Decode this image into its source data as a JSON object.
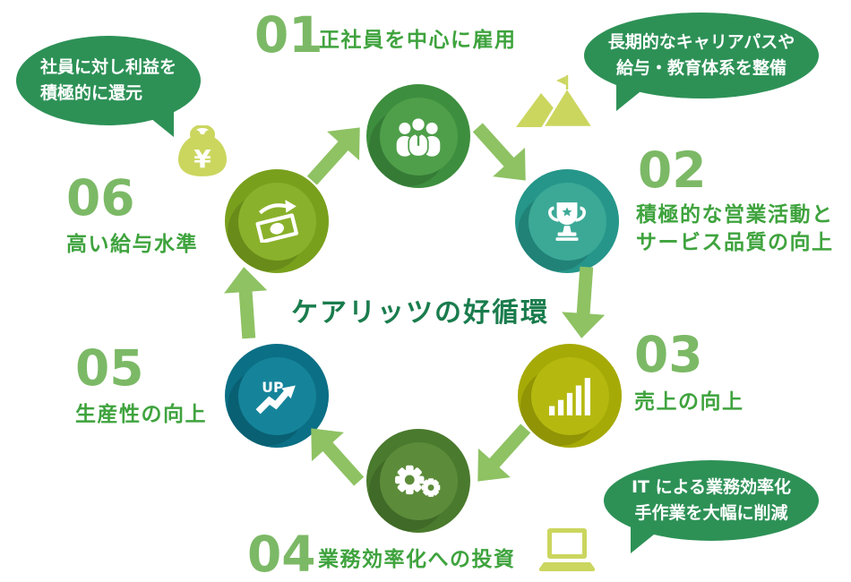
{
  "title": "ケアリッツの好循環",
  "steps": [
    {
      "number": "01",
      "label": "正社員を中心に雇用",
      "icon": "people-group-icon"
    },
    {
      "number": "02",
      "label": "積極的な営業活動と\nサービス品質の向上",
      "icon": "trophy-icon"
    },
    {
      "number": "03",
      "label": "売上の向上",
      "icon": "bar-chart-icon"
    },
    {
      "number": "04",
      "label": "業務効率化への投資",
      "icon": "gears-icon"
    },
    {
      "number": "05",
      "label": "生産性の向上",
      "icon": "up-trend-icon",
      "icon_text": "UP"
    },
    {
      "number": "06",
      "label": "高い給与水準",
      "icon": "money-icon"
    }
  ],
  "bubbles": [
    {
      "position": "top-left",
      "text": "社員に対し利益を\n積極的に還元"
    },
    {
      "position": "top-right",
      "text": "長期的なキャリアパスや\n給与・教育体系を整備"
    },
    {
      "position": "bottom-right",
      "text": "IT による業務効率化\n手作業を大幅に削減"
    }
  ],
  "decorations": [
    {
      "icon": "purse-icon",
      "symbol": "¥"
    },
    {
      "icon": "mountain-flag-icon"
    },
    {
      "icon": "laptop-icon"
    }
  ],
  "colors": {
    "bubble-bg": "#2d9156",
    "title-green": "#1a7c4d",
    "number-green": "#7cb966",
    "label-green": "#3fa33e",
    "arrow-green": "#8ec263",
    "accent-yellow": "#cbd65f",
    "c1-outer": "#3d8e3e",
    "c1-inner": "#4f9f4a",
    "c2-outer": "#26968a",
    "c2-inner": "#3ba996",
    "c3-outer": "#a6aa06",
    "c3-inner": "#b5b90f",
    "c4-outer": "#4a7a2d",
    "c4-inner": "#5c8c3a",
    "c5-outer": "#0b6f85",
    "c5-inner": "#15849a",
    "c6-outer": "#79a01d",
    "c6-inner": "#8ab12c"
  }
}
